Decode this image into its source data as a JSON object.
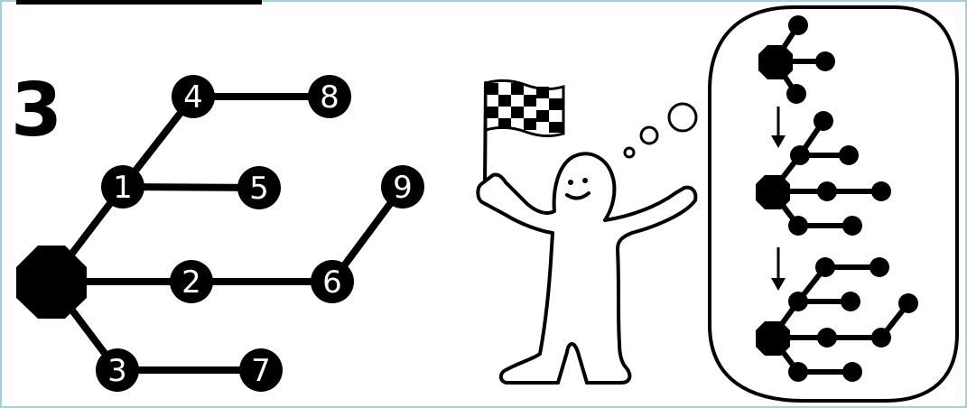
{
  "step_number": "3",
  "tree": {
    "nodes": [
      {
        "id": "1",
        "label": "1"
      },
      {
        "id": "2",
        "label": "2"
      },
      {
        "id": "3",
        "label": "3"
      },
      {
        "id": "4",
        "label": "4"
      },
      {
        "id": "5",
        "label": "5"
      },
      {
        "id": "6",
        "label": "6"
      },
      {
        "id": "7",
        "label": "7"
      },
      {
        "id": "8",
        "label": "8"
      },
      {
        "id": "9",
        "label": "9"
      }
    ],
    "edges": [
      [
        "root",
        "1"
      ],
      [
        "root",
        "2"
      ],
      [
        "root",
        "3"
      ],
      [
        "1",
        "4"
      ],
      [
        "1",
        "5"
      ],
      [
        "2",
        "6"
      ],
      [
        "3",
        "7"
      ],
      [
        "4",
        "8"
      ],
      [
        "6",
        "9"
      ]
    ]
  },
  "colors": {
    "ink": "#000000",
    "paper": "#ffffff",
    "frame": "#9ed3dc"
  },
  "icons": [
    "checkered-flag-icon",
    "thought-bubble-icon",
    "down-arrow-icon"
  ]
}
